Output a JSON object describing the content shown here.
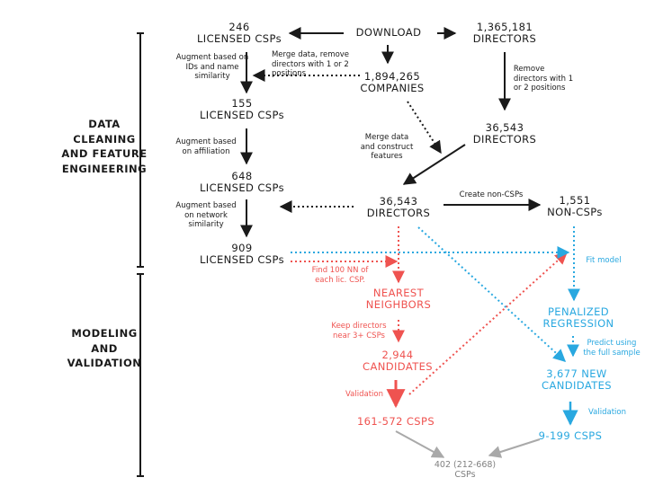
{
  "colors": {
    "black": "#1a1a1a",
    "red": "#ef5350",
    "blue": "#29a8e0",
    "grey": "#a9a9a9"
  },
  "sections": {
    "data_cleaning": "DATA\nCLEANING\nAND FEATURE\nENGINEERING",
    "modeling": "MODELING\nAND\nVALIDATION"
  },
  "nodes": {
    "download": "DOWNLOAD",
    "csp246": "246\nLICENSED CSPs",
    "dir1365181": "1,365,181\nDIRECTORS",
    "companies": "1,894,265\nCOMPANIES",
    "csp155": "155\nLICENSED CSPs",
    "dir36543a": "36,543\nDIRECTORS",
    "csp648": "648\nLICENSED CSPs",
    "dir36543b": "36,543\nDIRECTORS",
    "noncsp": "1,551\nNON-CSPs",
    "csp909": "909\nLICENSED CSPs",
    "nearest": "NEAREST\nNEIGHBORS",
    "penalized": "PENALIZED\nREGRESSION",
    "candidates": "2,944\nCANDIDATES",
    "newcandidates": "3,677 NEW\nCANDIDATES",
    "csps161": "161-572 CSPS",
    "csps9": "9-199 CSPS",
    "final": "402 (212-668)\nCSPs"
  },
  "notes": {
    "augment_ids": "Augment based on\nIDs and name\nsimilarity",
    "merge_remove": "Merge data, remove\ndirectors with 1 or 2\npositions",
    "remove_directors": "Remove\ndirectors with 1\nor 2 positions",
    "augment_affiliation": "Augment based\non affiliation",
    "merge_construct": "Merge data\nand construct\nfeatures",
    "augment_network": "Augment based\non network\nsimilarity",
    "create_noncsps": "Create non-CSPs",
    "find_nn": "Find 100 NN of\neach lic. CSP.",
    "fit_model": "Fit model",
    "keep_directors": "Keep directors\nnear 3+ CSPs",
    "predict": "Predict using\nthe full sample",
    "validation_red": "Validation",
    "validation_blue": "Validation"
  }
}
